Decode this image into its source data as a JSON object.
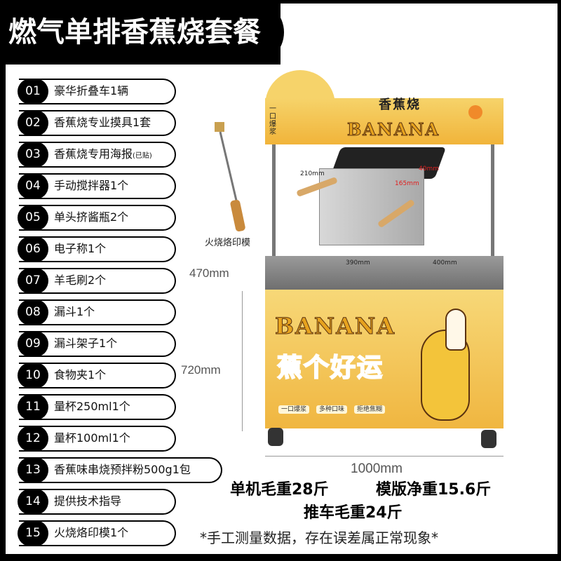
{
  "title": "燃气单排香蕉烧套餐",
  "items": [
    {
      "num": "01",
      "label": "豪华折叠车1辆"
    },
    {
      "num": "02",
      "label": "香蕉烧专业摸具1套"
    },
    {
      "num": "03",
      "label": "香蕉烧专用海报",
      "note": "(已贴)"
    },
    {
      "num": "04",
      "label": "手动搅拌器1个"
    },
    {
      "num": "05",
      "label": "单头挤酱瓶2个"
    },
    {
      "num": "06",
      "label": "电子称1个"
    },
    {
      "num": "07",
      "label": "羊毛刷2个"
    },
    {
      "num": "08",
      "label": "漏斗1个"
    },
    {
      "num": "09",
      "label": "漏斗架子1个"
    },
    {
      "num": "10",
      "label": "食物夹1个"
    },
    {
      "num": "11",
      "label": "量杯250ml1个"
    },
    {
      "num": "12",
      "label": "量杯100ml1个"
    },
    {
      "num": "13",
      "label": "香蕉味串烧预拌粉500g1包"
    },
    {
      "num": "14",
      "label": "提供技术指导"
    },
    {
      "num": "15",
      "label": "火烧烙印模1个"
    }
  ],
  "stamp_label": "火烧烙印模",
  "dimensions": {
    "height_top": "470mm",
    "height_bottom": "720mm",
    "width": "1000mm",
    "machine_height": "210mm",
    "machine_width": "390mm",
    "machine_depth": "400mm",
    "mold_len": "165mm",
    "mold_width": "40mm"
  },
  "poster": {
    "top_cn": "香蕉烧",
    "banana": "BANANA",
    "slogan": "蕉个好运",
    "side": "一口爆浆",
    "tags": [
      "一口爆浆",
      "多种口味",
      "拒绝焦糊"
    ]
  },
  "weights": {
    "line1a": "单机毛重28斤",
    "line1b": "模版净重15.6斤",
    "line2": "推车毛重24斤"
  },
  "note": "*手工测量数据，存在误差属正常现象*"
}
